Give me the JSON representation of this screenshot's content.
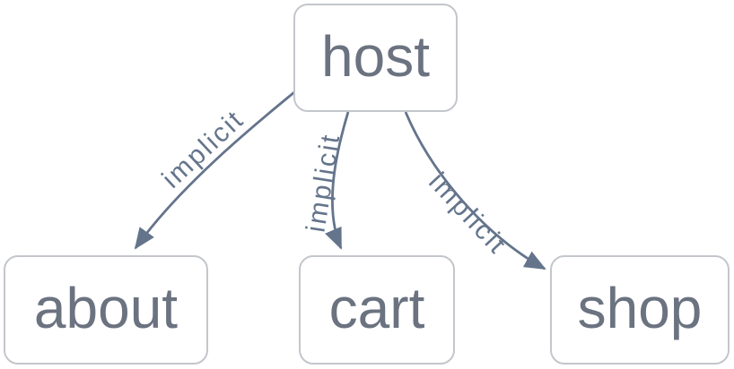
{
  "diagram": {
    "type": "dependency-graph",
    "nodes": [
      {
        "id": "host",
        "label": "host"
      },
      {
        "id": "about",
        "label": "about"
      },
      {
        "id": "cart",
        "label": "cart"
      },
      {
        "id": "shop",
        "label": "shop"
      }
    ],
    "edges": [
      {
        "from": "host",
        "to": "about",
        "label": "implicit"
      },
      {
        "from": "host",
        "to": "cart",
        "label": "implicit"
      },
      {
        "from": "host",
        "to": "shop",
        "label": "implicit"
      }
    ],
    "colors": {
      "background": "#ffffff",
      "node_fill": "#ffffff",
      "node_border": "#c3c6cb",
      "node_text": "#6b7280",
      "edge_stroke": "#64748b",
      "edge_label_text": "#64748b"
    }
  }
}
